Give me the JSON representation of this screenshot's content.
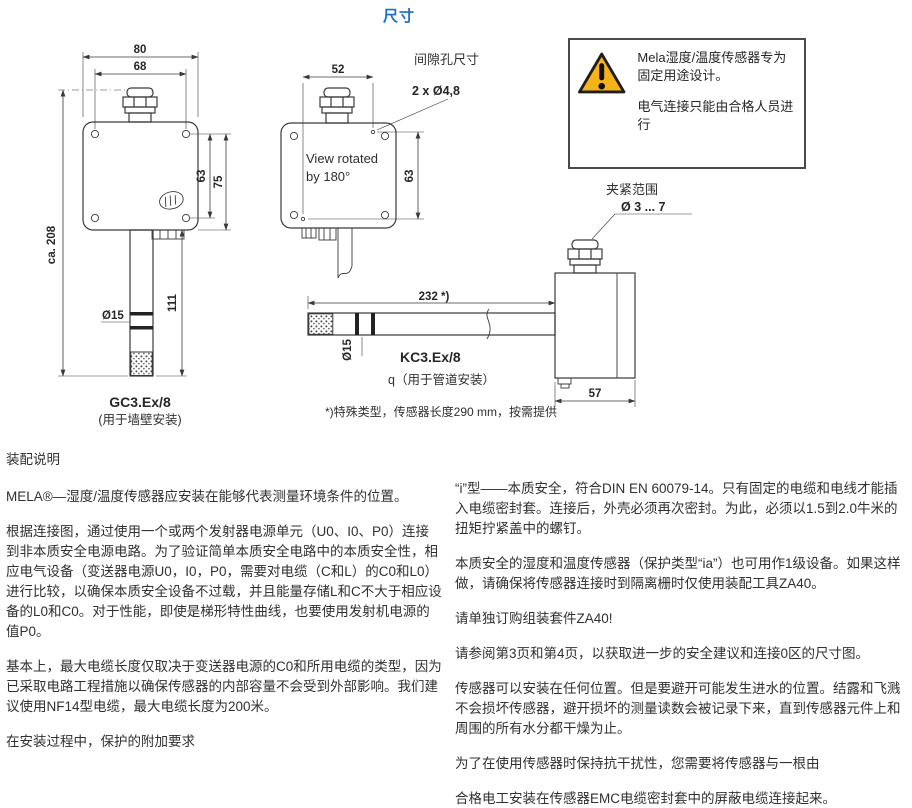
{
  "page": {
    "title": "尺寸"
  },
  "colors": {
    "accent": "#1a6fc2",
    "warning_triangle": "#f5b31a",
    "line": "#3a3a3a"
  },
  "warning_box": {
    "text1": "Mela湿度/温度传感器专为固定用途设计。",
    "text2": "电气连接只能由合格人员进行"
  },
  "drawings": {
    "gc3": {
      "dim_width_outer": "80",
      "dim_width_holes": "68",
      "dim_height_holes": "63",
      "dim_height_outer": "75",
      "dim_total_height": "ca. 208",
      "dim_probe_length": "111",
      "dim_probe_diameter": "Ø15",
      "model": "GC3.Ex/8",
      "caption": "(用于墙壁安装)"
    },
    "rotated_view": {
      "dim_width_holes": "52",
      "dim_height_holes": "63",
      "note_line1": "View rotated",
      "note_line2": "by 180°",
      "holes_label": "间隙孔尺寸",
      "holes_dim": "2 x Ø4,8"
    },
    "kc3": {
      "clamp_label": "夹紧范围",
      "clamp_range": "Ø 3 ... 7",
      "dim_probe_length": "232 *)",
      "dim_probe_diameter": "Ø15",
      "model": "KC3.Ex/8",
      "caption": "q（用于管道安装）",
      "dim_housing_depth": "57"
    },
    "footnote": "*)特殊类型，传感器长度290 mm，按需提供"
  },
  "assembly": {
    "heading": "装配说明",
    "left_paragraphs": [
      "MELA®—湿度/温度传感器应安装在能够代表测量环境条件的位置。",
      "根据连接图，通过使用一个或两个发射器电源单元（U0、I0、P0）连接到非本质安全电源电路。为了验证简单本质安全电路中的本质安全性，相应电气设备（变送器电源U0，I0，P0，需要对电缆（C和L）的C0和L0）进行比较，以确保本质安全设备不过载，并且能量存储L和C不大于相应设备的L0和C0。对于性能，即使是梯形特性曲线，也要使用发射机电源的值P0。",
      "基本上，最大电缆长度仅取决于变送器电源的C0和所用电缆的类型，因为已采取电路工程措施以确保传感器的内部容量不会受到外部影响。我们建议使用NF14型电缆，最大电缆长度为200米。",
      "在安装过程中，保护的附加要求"
    ],
    "right_paragraphs": [
      "“i”型——本质安全，符合DIN EN 60079-14。只有固定的电缆和电线才能插入电缆密封套。连接后，外壳必须再次密封。为此，必须以1.5到2.0牛米的扭矩拧紧盖中的螺钉。",
      "本质安全的湿度和温度传感器（保护类型“ia”）也可用作1级设备。如果这样做，请确保将传感器连接时到隔离栅时仅使用装配工具ZA40。",
      "请单独订购组装套件ZA40!",
      "请参阅第3页和第4页，以获取进一步的安全建议和连接0区的尺寸图。",
      "传感器可以安装在任何位置。但是要避开可能发生进水的位置。结露和飞溅不会损坏传感器，避开损坏的测量读数会被记录下来，直到传感器元件上和周围的所有水分都干燥为止。",
      "为了在使用传感器时保持抗干扰性，您需要将传感器与一根由",
      "合格电工安装在传感器EMC电缆密封套中的屏蔽电缆连接起来。"
    ]
  }
}
